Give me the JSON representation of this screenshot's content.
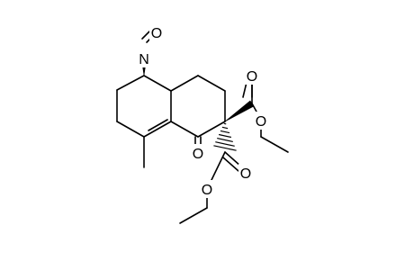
{
  "molecule": {
    "atoms": {
      "nitroso_n": "N",
      "nitroso_o": "O",
      "ketone_o": "O",
      "ester1_carbonyl_o": "O",
      "ester1_ether_o": "O",
      "ester2_carbonyl_o": "O",
      "ester2_ether_o": "O"
    }
  }
}
